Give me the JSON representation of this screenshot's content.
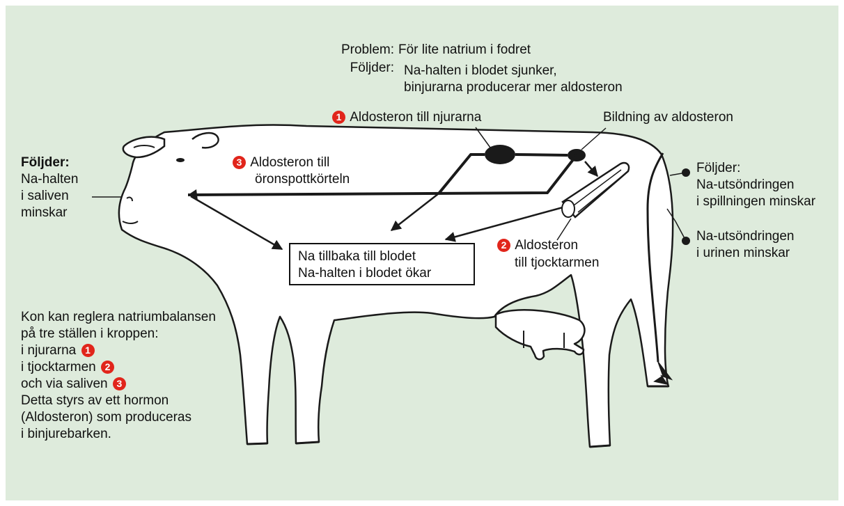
{
  "colors": {
    "background": "#deebdc",
    "badge": "#e1251b",
    "outline": "#1a1a1a",
    "cow_fill": "#ffffff"
  },
  "problem": {
    "label": "Problem:",
    "text": "För lite natrium i fodret"
  },
  "consequences": {
    "label": "Följder:",
    "line1": "Na-halten i blodet sjunker,",
    "line2": "binjurarna producerar mer aldosteron"
  },
  "pathway_1": {
    "badge": "1",
    "label": "Aldosteron till njurarna"
  },
  "aldosterone_formation": {
    "label": "Bildning av aldosteron"
  },
  "pathway_3": {
    "badge": "3",
    "line1": "Aldosteron till",
    "line2": "öronspottkörteln"
  },
  "saliva_effect": {
    "title": "Följder:",
    "line1": "Na-halten",
    "line2": "i saliven",
    "line3": "minskar"
  },
  "manure_effect": {
    "line1": "Följder:",
    "line2": "Na-utsöndringen",
    "line3": "i spillningen minskar"
  },
  "urine_effect": {
    "line1": "Na-utsöndringen",
    "line2": "i urinen minskar"
  },
  "pathway_2": {
    "badge": "2",
    "line1": "Aldosteron",
    "line2": "till tjocktarmen"
  },
  "outcome": {
    "line1": "Na tillbaka till blodet",
    "line2": "Na-halten i blodet ökar"
  },
  "summary": {
    "line1": "Kon kan reglera natriumbalansen",
    "line2": "på tre ställen i kroppen:",
    "item1": "i njurarna",
    "item1_badge": "1",
    "item2": "i tjocktarmen",
    "item2_badge": "2",
    "item3": "och via saliven",
    "item3_badge": "3",
    "line6": "Detta styrs av ett hormon",
    "line7": "(Aldosteron) som produceras",
    "line8": "i binjurebarken."
  }
}
